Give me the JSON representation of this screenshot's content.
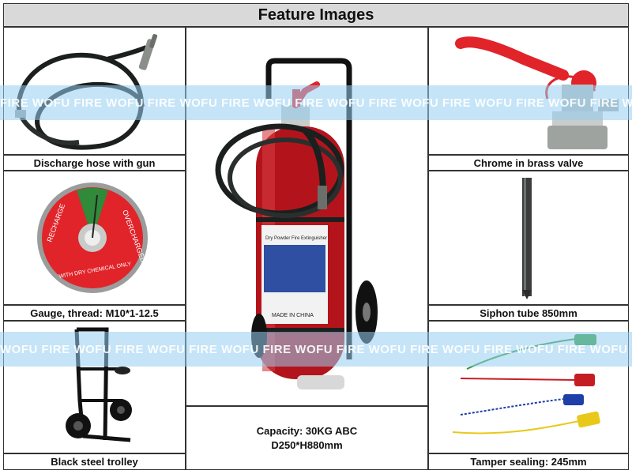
{
  "header": {
    "title": "Feature Images"
  },
  "captions": {
    "hose": "Discharge hose with gun",
    "valve": "Chrome in brass valve",
    "gauge": "Gauge, thread: M10*1-12.5",
    "siphon": "Siphon tube 850mm",
    "trolley": "Black steel trolley",
    "tamper": "Tamper sealing: 245mm"
  },
  "center": {
    "capacity": "Capacity: 30KG ABC",
    "dimensions": "D250*H880mm"
  },
  "watermark": {
    "top": "FIRE WOFU FIRE WOFU FIRE WOFU FIRE WOFU FIRE WOFU FIRE WOFU FIRE WOFU FIRE WOFU FIRE WOFU FIRE",
    "bottom": "WOFU FIRE WOFU FIRE WOFU FIRE WOFU FIRE WOFU FIRE WOFU FIRE WOFU FIRE WOFU FIRE WOFU FIRE WOFU"
  },
  "gauge_face": {
    "recharge": "RECHARGE",
    "overcharged": "OVERCHARGED",
    "text": "WITH DRY CHEMICAL ONLY"
  },
  "label_text": {
    "line1": "Dry Powder Fire Extinguisher",
    "made_in": "MADE IN CHINA"
  },
  "colors": {
    "extinguisher_red": "#b3141c",
    "valve_red": "#e0242a",
    "hose_black": "#1b1f1e",
    "watermark": "#96cdf0",
    "header_bg": "#d9d9d9"
  }
}
